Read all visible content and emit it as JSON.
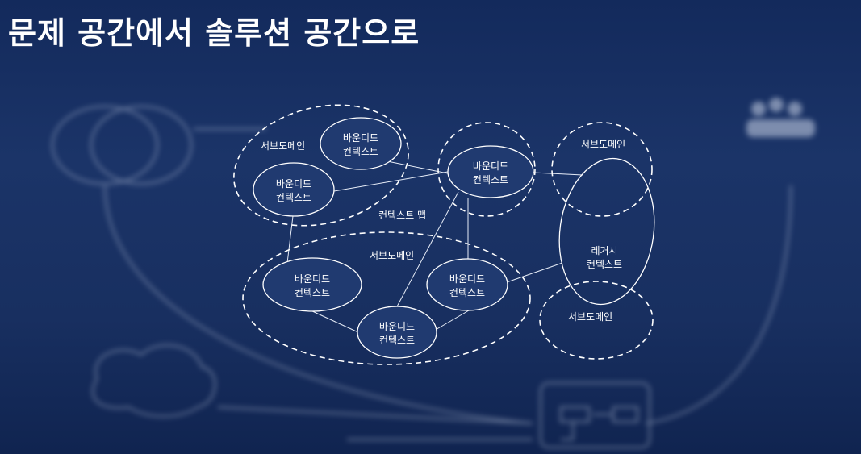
{
  "title": "문제 공간에서 솔루션 공간으로",
  "diagram": {
    "subdomain_a": {
      "label": "서브도메인"
    },
    "subdomain_b": {
      "label": "서브도메인"
    },
    "subdomain_c": {
      "label": "서브도메인"
    },
    "subdomain_d": {
      "label": "서브도메인"
    },
    "context_map_label": "컨텍스트 맵",
    "bc_line1": "바운디드",
    "bc_line2": "컨텍스트",
    "legacy_line1": "레거시",
    "legacy_line2": "컨텍스트"
  },
  "colors": {
    "background": "#1b3468",
    "node_fill": "#203a70",
    "stroke": "#ffffff"
  }
}
